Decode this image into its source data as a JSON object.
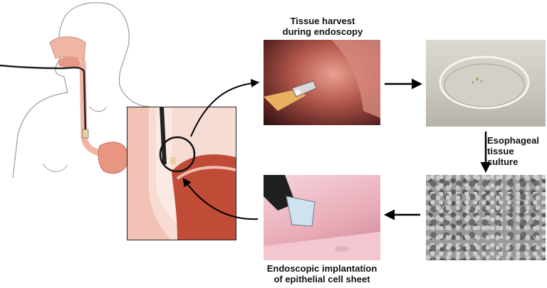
{
  "labels": {
    "tissue_harvest": "Tissue harvest\nduring endoscopy",
    "esophageal_culture": "Esophageal\ntissue\nculture",
    "endoscopic_implantation": "Endoscopic implantation\nof epithelial cell sheet"
  },
  "colors": {
    "outline": "#8a8a8a",
    "tissue_pink": "#f2b8a8",
    "mucosa_red": "#c84a3a",
    "stomach_red": "#b8442f",
    "arrow": "#000000"
  }
}
